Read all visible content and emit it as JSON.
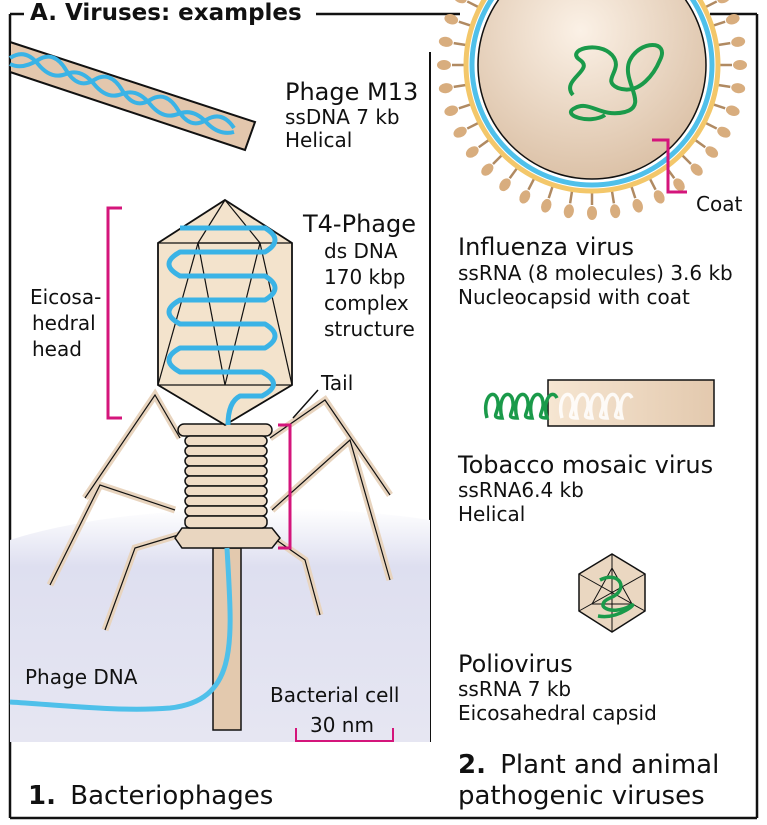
{
  "title": "A. Viruses: examples",
  "phages": {
    "m13": {
      "name": "Phage M13",
      "genome": "ssDNA 7 kb",
      "shape": "Helical"
    },
    "t4": {
      "name": "T4-Phage",
      "line1": "ds DNA",
      "line2": "170 kbp",
      "line3": "complex",
      "line4": "structure"
    },
    "head_label": {
      "line1": "Eicosa-",
      "line2": "hedral",
      "line3": "head"
    },
    "tail_label": "Tail",
    "dna_label": "Phage  DNA",
    "cell_label": "Bacterial cell",
    "scale_label": "30 nm",
    "section_number": "1.",
    "section_title": "Bacteriophages"
  },
  "viruses": {
    "influenza": {
      "name": "Influenza virus",
      "genome": "ssRNA (8 molecules) 3.6 kb",
      "structure": "Nucleocapsid with coat",
      "coat_label": "Coat"
    },
    "tobacco": {
      "name": "Tobacco mosaic virus",
      "genome": "ssRNA6.4 kb",
      "shape": "Helical"
    },
    "polio": {
      "name": "Poliovirus",
      "genome": "ssRNA 7 kb",
      "capsid": "Eicosahedral capsid"
    },
    "section_number": "2.",
    "section_line1": "Plant and animal",
    "section_line2": "pathogenic viruses"
  },
  "colors": {
    "dna": "#4fc0ea",
    "rna": "#1a9a4a",
    "capsid": "#f3e3cc",
    "bracket": "#d4157b",
    "cell": "#dcdcef",
    "spike": "#d8ad7e"
  }
}
